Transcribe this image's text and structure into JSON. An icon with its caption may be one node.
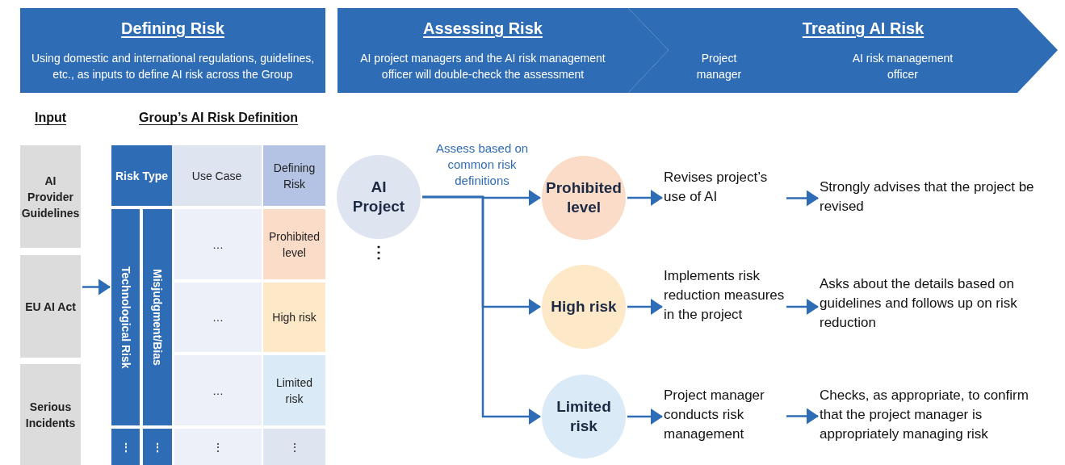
{
  "diagram": {
    "nodes": [
      {
        "text": [
          "Defining Risk",
          "Using domestic and international regulations, guidelines, etc., as inputs to define AI risk across the Group"
        ]
      },
      {
        "text": [
          "Assessing Risk",
          "AI project managers and the AI risk management officer will double-check the assessment"
        ]
      },
      {
        "text": [
          "Treating AI Risk",
          "Project manager",
          "AI risk management officer"
        ]
      },
      {
        "text": [
          "Input"
        ]
      },
      {
        "text": [
          "AI Provider Guidelines"
        ],
        "in": 3
      },
      {
        "text": [
          "EU AI Act"
        ],
        "in": 3
      },
      {
        "text": [
          "Serious Incidents"
        ],
        "in": 3
      },
      {
        "text": [
          "Group’s AI Risk Definition"
        ]
      },
      {
        "text": [
          "Risk Type"
        ],
        "in": 7
      },
      {
        "text": [
          "Use Case"
        ],
        "in": 7
      },
      {
        "text": [
          "Defining Risk"
        ],
        "in": 7
      },
      {
        "text": [
          "Technological Risk"
        ],
        "in": 7
      },
      {
        "text": [
          "Misjudgment/Bias"
        ],
        "in": 7
      },
      {
        "text": [
          "…"
        ],
        "in": 7
      },
      {
        "text": [
          "Prohibited level"
        ],
        "in": 7
      },
      {
        "text": [
          "…"
        ],
        "in": 7
      },
      {
        "text": [
          "High risk"
        ],
        "in": 7
      },
      {
        "text": [
          "…"
        ],
        "in": 7
      },
      {
        "text": [
          "Limited risk"
        ],
        "in": 7
      },
      {
        "text": [
          "⋮"
        ],
        "in": 7
      },
      {
        "text": [
          "⋮"
        ],
        "in": 7
      },
      {
        "text": [
          "⋮"
        ],
        "in": 7
      },
      {
        "text": [
          "⋮"
        ],
        "in": 7
      },
      {
        "text": [
          "AI Project"
        ],
        "beside": [
          "⋮"
        ]
      },
      {
        "text": [
          "Prohibited level"
        ]
      },
      {
        "text": [
          "Revises project’s use of AI"
        ]
      },
      {
        "text": [
          "Strongly advises that the project be revised"
        ]
      },
      {
        "text": [
          "High risk"
        ]
      },
      {
        "text": [
          "Implements risk reduction measures in the project"
        ]
      },
      {
        "text": [
          "Asks about the details based on guidelines and follows up on risk reduction"
        ]
      },
      {
        "text": [
          "Limited risk"
        ]
      },
      {
        "text": [
          "Project manager conducts risk management"
        ]
      },
      {
        "text": [
          "Checks, as appropriate, to confirm that the project manager is appropriately managing risk"
        ]
      }
    ],
    "edges": [
      {
        "from": 3,
        "to": 7,
        "arrow": "to"
      },
      {
        "from": 23,
        "to": 24,
        "arrow": "to",
        "label": "Assess based on common risk definitions"
      },
      {
        "from": 23,
        "to": 27,
        "arrow": "to"
      },
      {
        "from": 23,
        "to": 30,
        "arrow": "to"
      },
      {
        "from": 24,
        "to": 25,
        "arrow": "to"
      },
      {
        "from": 25,
        "to": 26,
        "arrow": "to"
      },
      {
        "from": 27,
        "to": 28,
        "arrow": "to"
      },
      {
        "from": 28,
        "to": 29,
        "arrow": "to"
      },
      {
        "from": 30,
        "to": 31,
        "arrow": "to"
      },
      {
        "from": 31,
        "to": 32,
        "arrow": "to"
      }
    ]
  }
}
